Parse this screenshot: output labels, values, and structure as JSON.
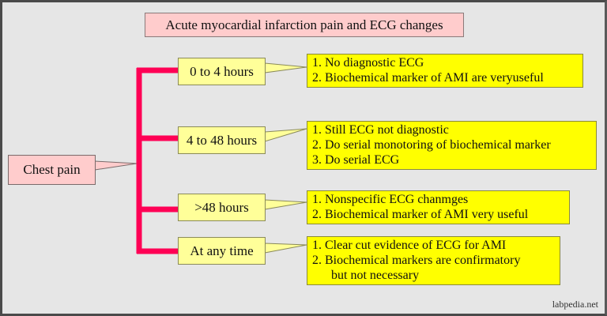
{
  "title": "Acute myocardial infarction pain and ECG changes",
  "root": {
    "label": "Chest pain"
  },
  "colors": {
    "background": "#e6e6e6",
    "title_fill": "#ffcccc",
    "root_fill": "#ffcccc",
    "time_fill": "#ffff99",
    "note_fill": "#ffff00",
    "connector": "#ff0055"
  },
  "branches": [
    {
      "time": "0 to 4 hours",
      "notes": [
        "1. No diagnostic ECG",
        "2. Biochemical marker of AMI are veryuseful"
      ]
    },
    {
      "time": "4 to 48 hours",
      "notes": [
        "1. Still ECG not diagnostic",
        "2. Do serial monotoring of biochemical marker",
        "3.  Do serial ECG"
      ]
    },
    {
      "time": ">48 hours",
      "notes": [
        "1. Nonspecific ECG chanmges",
        "2. Biochemical marker of AMI very useful"
      ]
    },
    {
      "time": "At any time",
      "notes": [
        "1. Clear cut evidence of ECG for AMI",
        "2. Biochemical markers are confirmatory",
        "but not necessary"
      ]
    }
  ],
  "watermark": "labpedia.net"
}
